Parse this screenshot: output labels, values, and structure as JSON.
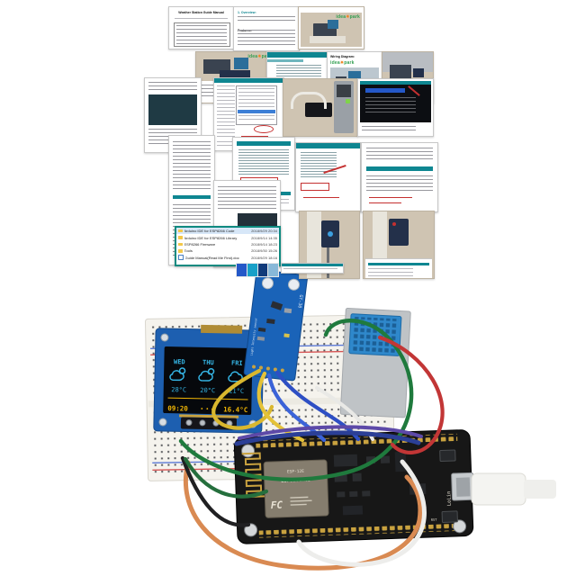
{
  "brand": {
    "left": "idea",
    "spark": "✷",
    "right": "park"
  },
  "collage": {
    "manual_title": "Weather Station Guide Manual",
    "overview_heading": "1. Overview:",
    "features_heading": "Features:",
    "wiring_heading": "Wiring Diagram:"
  },
  "file_list": {
    "items": [
      {
        "name": "Arduino IDE for ESP8266 Code",
        "date": "2018/9/29 20:34"
      },
      {
        "name": "Arduino IDE for ESP8266 Library",
        "date": "2018/9/14 14:35"
      },
      {
        "name": "ESP8266 Firmware",
        "date": "2018/9/14 18:23"
      },
      {
        "name": "Tools",
        "date": "2018/9/30 15:26"
      },
      {
        "name": "Guide Manual(Read Me First).doc",
        "date": "2018/9/29 18:16"
      }
    ]
  },
  "oled": {
    "days": [
      {
        "label": "WED",
        "temp": "28°C"
      },
      {
        "label": "THU",
        "temp": "20°C"
      },
      {
        "label": "FRI",
        "temp": "21°C"
      }
    ],
    "time": "09:20",
    "pager": "• • o",
    "temperature": "16.4°C"
  },
  "modules": {
    "light_sensor": {
      "label": "GY-30",
      "side_label": "Light Intensity sensor"
    },
    "nodemcu": {
      "module": "ESP-12E",
      "chip": "ESP8266MOD",
      "fcc": "FC",
      "brand": "LoLin",
      "reset": "RST"
    }
  },
  "colors": {
    "teal_header": "#0e8691",
    "brand_green": "#2f9e4e",
    "brand_orange": "#f0821e",
    "oled_cyan": "#35b5e5",
    "oled_yellow": "#f2b705",
    "pcb_blue": "#1d5fb0",
    "board_black": "#171717",
    "annotation_red": "#c53030"
  }
}
